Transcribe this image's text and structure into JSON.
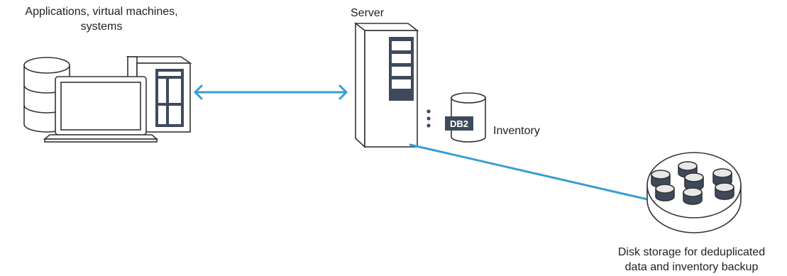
{
  "labels": {
    "apps_line1": "Applications, virtual machines,",
    "apps_line2": "systems",
    "server": "Server",
    "db2": "DB2",
    "inventory": "Inventory",
    "disk_line1": "Disk storage for deduplicated",
    "disk_line2": "data and inventory backup"
  },
  "colors": {
    "connector": "#3a9ed3",
    "outline": "#333333",
    "panel_gray": "#d9d9d9",
    "dark_slot": "#3e4a5c",
    "db2_badge": "#3e4a5c"
  },
  "icons": [
    "database-icon",
    "laptop-icon",
    "tower-server-icon",
    "server-tower-icon",
    "db2-cylinder-icon",
    "disk-storage-icon"
  ],
  "connections": [
    {
      "from": "applications",
      "to": "server",
      "style": "bidirectional-arrow"
    },
    {
      "from": "server",
      "to": "disk-storage",
      "style": "line"
    }
  ]
}
